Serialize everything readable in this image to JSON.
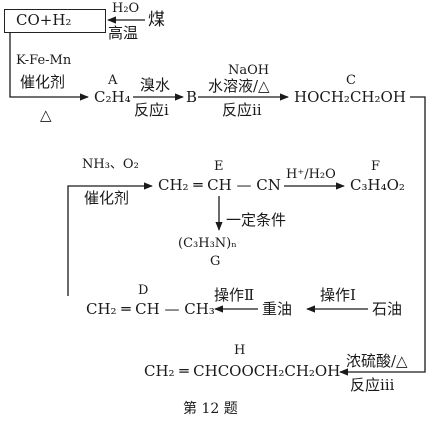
{
  "scheme": {
    "coal_box": "CO+H₂",
    "coal_arrow_top": "H₂O",
    "coal_arrow_bottom": "高温",
    "coal": "煤",
    "arrow1_top_1": "K-Fe-Mn",
    "arrow1_top_2": "催化剂",
    "arrow1_bottom": "△",
    "label_A": "A",
    "compound_A": "C₂H₄",
    "arrow2_top": "溴水",
    "arrow2_bottom": "反应ⅰ",
    "label_B": "B",
    "compound_B": "B",
    "arrow3_top_1": "NaOH",
    "arrow3_top_2": "水溶液/△",
    "arrow3_bottom": "反应ⅱ",
    "label_C": "C",
    "compound_C": "HOCH₂CH₂OH",
    "arrow4_top_1": "NH₃、O₂",
    "arrow4_top_2": "催化剂",
    "label_E": "E",
    "compound_E": "CH₂ ═ CH — CN",
    "arrow5_top": "H⁺/H₂O",
    "label_F": "F",
    "compound_F": "C₃H₄O₂",
    "arrow6_label": "一定条件",
    "compound_G": "(C₃H₃N)ₙ",
    "label_G": "G",
    "label_D": "D",
    "compound_D": "CH₂ ═ CH — CH₃",
    "arrow7_top": "操作Ⅱ",
    "heavy_oil": "重油",
    "arrow8_top": "操作Ⅰ",
    "petroleum": "石油",
    "label_H": "H",
    "compound_H": "CH₂ ═ CHCOOCH₂CH₂OH",
    "arrow9_top": "浓硫酸/△",
    "arrow9_bottom": "反应ⅲ",
    "caption": "第 12 题"
  }
}
